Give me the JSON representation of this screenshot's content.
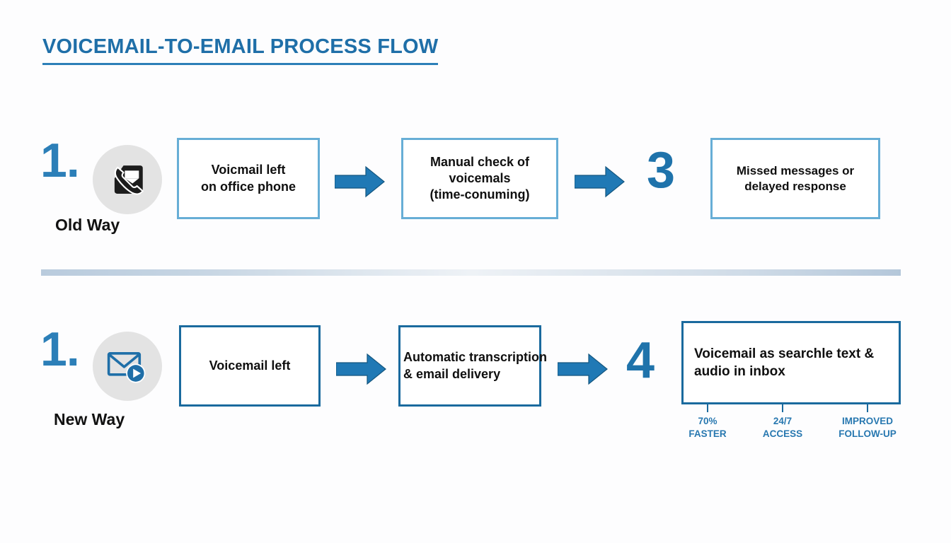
{
  "title": "VOICEMAIL-TO-EMAIL PROCESS FLOW",
  "colors": {
    "title_blue": "#1f6fa8",
    "accent_blue": "#2c7fb8",
    "arrow_blue": "#2079b5",
    "light_box_border": "#67aed6",
    "dark_box_border": "#1a6a9e",
    "icon_badge_bg": "#e3e3e3",
    "background": "#fdfdfe",
    "stat_text": "#2878b0"
  },
  "rows": [
    {
      "id": "old",
      "number": "1.",
      "way_label": "Old Way",
      "icon": "phone-voicemail-icon",
      "steps": [
        {
          "text": "Voicmail left\non office phone"
        },
        {
          "text": "Manual check of\nvoicemals\n(time-conuming)"
        },
        {
          "digit": "3",
          "text": "Missed messages or\ndelayed response"
        }
      ],
      "arrows": [
        "arrow-right-icon",
        "arrow-right-icon"
      ]
    },
    {
      "id": "new",
      "number": "1.",
      "way_label": "New Way",
      "icon": "envelope-play-icon",
      "steps": [
        {
          "text": "Voicemail left"
        },
        {
          "text": "Automatic transcription\n& email delivery"
        },
        {
          "digit": "4",
          "text": "Voicemail as searchle text &\naudio in inbox"
        }
      ],
      "arrows": [
        "arrow-right-icon",
        "arrow-right-icon"
      ]
    }
  ],
  "stats": [
    {
      "line1": "70%",
      "line2": "FASTER"
    },
    {
      "line1": "24/7",
      "line2": "ACCESS"
    },
    {
      "line1": "IMPROVED",
      "line2": "FOLLOW-UP"
    }
  ]
}
